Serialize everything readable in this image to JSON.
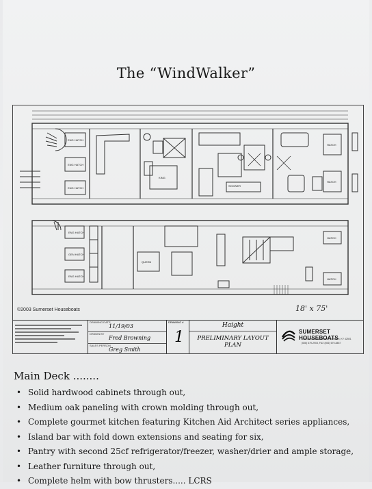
{
  "document": {
    "title": "The “WindWalker”"
  },
  "plan": {
    "copyright": "©2003 Sumerset Houseboats",
    "dimensions": "18' x 75'",
    "labels": {
      "hatch": "HATCH",
      "eng_hatch": "ENG HATCH",
      "gen_hatch": "GEN HATCH",
      "queen": "QUEEN",
      "king": "KING",
      "shower": "SHOWER"
    },
    "title_block": {
      "date": "11/19/03",
      "drawn_by": "Fred Browning",
      "checked_by": "Greg Smith",
      "sheet": "1",
      "name": "Haight",
      "desc": "PRELIMINARY LAYOUT PLAN",
      "company": "SUMERSET HOUSEBOATS",
      "address": "380 Somerset Boulevard, Somerset, KY 42501",
      "phone": "(606) 679-2903, FAX (606) 679-8487",
      "label_date": "DRAWING DATE",
      "label_drawn": "DRAWN BY",
      "label_checked": "SALES PERSON",
      "label_sheet": "DRAWING #"
    }
  },
  "main_deck": {
    "heading": "Main Deck ........",
    "features": [
      "Solid hardwood cabinets through out,",
      "Medium oak paneling with crown molding through out,",
      "Complete gourmet kitchen featuring Kitchen Aid Architect series appliances,",
      "Island bar with fold down extensions and seating for six,",
      "Pantry with second 25cf refrigerator/freezer, washer/drier and ample storage,",
      "Leather furniture through out,",
      "Complete helm with bow thrusters..... LCRS"
    ]
  }
}
